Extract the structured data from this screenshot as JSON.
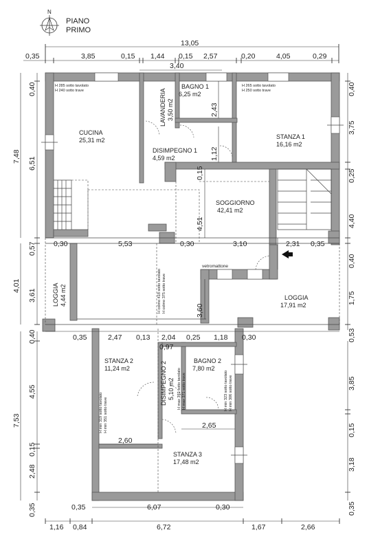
{
  "header": {
    "line1": "PIANO",
    "line2": "PRIMO",
    "north": "N"
  },
  "dims": {
    "top_total": "13,05",
    "top": [
      "0,35",
      "3,85",
      "0,15",
      "1,44",
      "0,15",
      "2,57",
      "0,20",
      "4,05",
      "0,29"
    ],
    "mid_340": "3,40",
    "left_total": "7,48",
    "left_a": [
      "0,40",
      "6,51",
      "0,57",
      "3,61"
    ],
    "left_4_01": "4,01",
    "left_total2": "7,53",
    "left_b": [
      "0,40",
      "4,55",
      "0,15",
      "2,48",
      "0,35"
    ],
    "right_a": [
      "0,40",
      "3,75",
      "0,25",
      "4,40",
      "0,40",
      "1,75",
      "0,53"
    ],
    "right_b": [
      "3,85",
      "0,15",
      "3,18",
      "0,35"
    ],
    "row_mid": [
      "0,30",
      "5,53",
      "0,30",
      "3,10",
      "2,31",
      "0,35"
    ],
    "row_low": [
      "0,35",
      "2,47",
      "0,13",
      "2,04",
      "0,25",
      "1,18",
      "0,30"
    ],
    "row_097": "0,97",
    "row_260": "2,60",
    "row_265": "2,65",
    "row_bottom1": [
      "0,35",
      "6,07",
      "0,30"
    ],
    "row_bottom2": [
      "1,16",
      "0,84",
      "6,72",
      "1,67",
      "2,66"
    ],
    "inner_243": "2,43",
    "inner_112": "1,12",
    "inner_015": "0,15",
    "inner_451": "4,51",
    "inner_360": "3,60"
  },
  "rooms": {
    "cucina": {
      "name": "CUCINA",
      "area": "25,31 m2"
    },
    "lavanderia": {
      "name": "LAVANDERIA",
      "area": "3,50 m2"
    },
    "bagno1": {
      "name": "BAGNO 1",
      "area": "6,25 m2"
    },
    "stanza1": {
      "name": "STANZA 1",
      "area": "16,16 m2"
    },
    "disimpegno1": {
      "name": "DISIMPEGNO 1",
      "area": "4,59 m2"
    },
    "soggiorno": {
      "name": "SOGGIORNO",
      "area": "42,41 m2"
    },
    "loggia_left": {
      "name": "LOGGIA",
      "area": "4,44 m2"
    },
    "loggia_right": {
      "name": "LOGGIA",
      "area": "17,91 m2"
    },
    "stanza2": {
      "name": "STANZA 2",
      "area": "11,24 m2"
    },
    "disimpegno2": {
      "name": "DISIMPEGNO 2",
      "area": "5,10 m2"
    },
    "bagno2": {
      "name": "BAGNO 2",
      "area": "7,80 m2"
    },
    "stanza3": {
      "name": "STANZA 3",
      "area": "17,48 m2"
    }
  },
  "notes": {
    "cucina_1": "H 285 sotto tavolato",
    "cucina_2": "H 240 sotto trave",
    "stanza1_1": "H 265 sotto tavolato",
    "stanza1_2": "H 250 sotto trave",
    "colmo_1": "H colmo 418 sotto tavolato",
    "colmo_2": "H colmo 375 sotto trave",
    "vetromattone": "vetromattone",
    "st2_1": "H min 319 sotto tavolato",
    "st2_2": "H min 351 sotto trave",
    "dis2_1": "H max 392 sotto tavolato",
    "dis2_2": "H max 371 sotto trave",
    "b2_1": "H min 323 sotto tavolato",
    "b2_2": "H min 306 sotto trave"
  }
}
